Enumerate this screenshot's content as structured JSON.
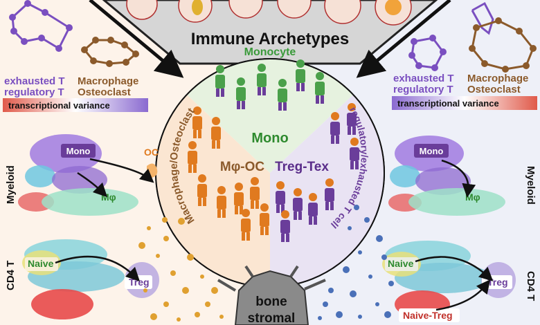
{
  "title": "Immune Archetypes",
  "center": {
    "top_label": "Monocyte",
    "mono_label": "Mono",
    "mphi_label": "Mφ-OC",
    "treg_label": "Treg-Tex",
    "left_arc_label": "Macrophage/Osteoclast",
    "right_arc_label": "regulatory/exhausted T cell"
  },
  "left_panel": {
    "line1_a": "exhausted T",
    "line2_a": "regulatory T",
    "line1_b": "Macrophage",
    "line2_b": "Osteoclast",
    "variance": "transcriptional variance",
    "myeloid": "Myeloid",
    "cd4": "CD4 T",
    "mono": "Mono",
    "mphi": "Mφ",
    "oc": "OC",
    "naive": "Naive",
    "treg": "Treg"
  },
  "right_panel": {
    "line1_a": "exhausted T",
    "line2_a": "regulatory T",
    "line1_b": "Macrophage",
    "line2_b": "Osteoclast",
    "variance": "transcriptional variance",
    "myeloid": "Myeloid",
    "cd4": "CD4 T",
    "mono": "Mono",
    "mphi": "Mφ",
    "naive": "Naive",
    "treg": "Treg",
    "naive_treg": "Naive-Treg"
  },
  "bottom": {
    "line1": "bone",
    "line2": "stromal"
  },
  "colors": {
    "green": "#3a9a3a",
    "purple": "#6a3d9a",
    "orange": "#e07a1f",
    "brown": "#8b5a2b",
    "blue": "#3a5a9a"
  }
}
